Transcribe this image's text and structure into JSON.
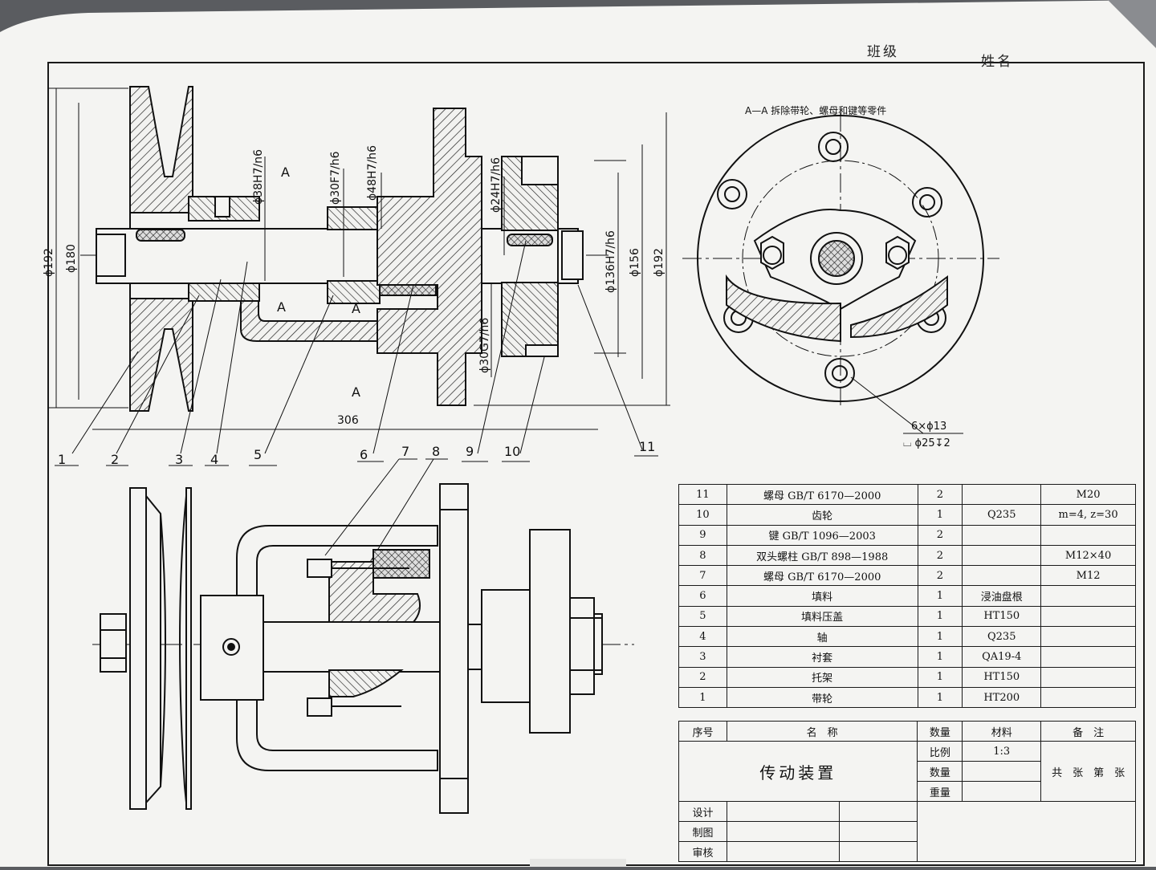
{
  "header": {
    "class_label": "班级",
    "name_label": "姓名"
  },
  "section_view": {
    "title": "A—A  拆除带轮、螺母和键等零件",
    "hole_note_1": "6×ϕ13",
    "hole_note_2": "⌴ ϕ25↧2"
  },
  "dimensions": {
    "d192_left": "ϕ192",
    "d180": "ϕ180",
    "d38": "ϕ38H7/n6",
    "d30f7": "ϕ30F7/h6",
    "d48": "ϕ48H7/h6",
    "d24": "ϕ24H7/h6",
    "d136": "ϕ136H7/h6",
    "d156": "ϕ156",
    "d192_right": "ϕ192",
    "d30g7": "ϕ30G7/h6",
    "len306": "306",
    "sec_a": "A",
    "sec_a_top": "A",
    "sec_a_bottom": "A"
  },
  "balloons": [
    "1",
    "2",
    "3",
    "4",
    "5",
    "6",
    "7",
    "8",
    "9",
    "10",
    "11"
  ],
  "bom": {
    "rows": [
      {
        "no": "11",
        "name": "螺母 GB/T 6170—2000",
        "qty": "2",
        "mat": "",
        "note": "M20"
      },
      {
        "no": "10",
        "name": "齿轮",
        "qty": "1",
        "mat": "Q235",
        "note": "m=4, z=30"
      },
      {
        "no": "9",
        "name": "键 GB/T 1096—2003",
        "qty": "2",
        "mat": "",
        "note": ""
      },
      {
        "no": "8",
        "name": "双头螺柱 GB/T 898—1988",
        "qty": "2",
        "mat": "",
        "note": "M12×40"
      },
      {
        "no": "7",
        "name": "螺母 GB/T 6170—2000",
        "qty": "2",
        "mat": "",
        "note": "M12"
      },
      {
        "no": "6",
        "name": "填料",
        "qty": "1",
        "mat": "浸油盘根",
        "note": ""
      },
      {
        "no": "5",
        "name": "填料压盖",
        "qty": "1",
        "mat": "HT150",
        "note": ""
      },
      {
        "no": "4",
        "name": "轴",
        "qty": "1",
        "mat": "Q235",
        "note": ""
      },
      {
        "no": "3",
        "name": "衬套",
        "qty": "1",
        "mat": "QA19-4",
        "note": ""
      },
      {
        "no": "2",
        "name": "托架",
        "qty": "1",
        "mat": "HT150",
        "note": ""
      },
      {
        "no": "1",
        "name": "带轮",
        "qty": "1",
        "mat": "HT200",
        "note": ""
      }
    ],
    "headers": {
      "no": "序号",
      "name": "名　称",
      "qty": "数量",
      "mat": "材料",
      "note": "备　注"
    }
  },
  "title_block": {
    "title": "传动装置",
    "scale_label": "比例",
    "scale_value": "1:3",
    "qty_label": "数量",
    "weight_label": "重量",
    "sheet_label": "共　张　第　张",
    "design_label": "设计",
    "draw_label": "制图",
    "check_label": "审核"
  }
}
